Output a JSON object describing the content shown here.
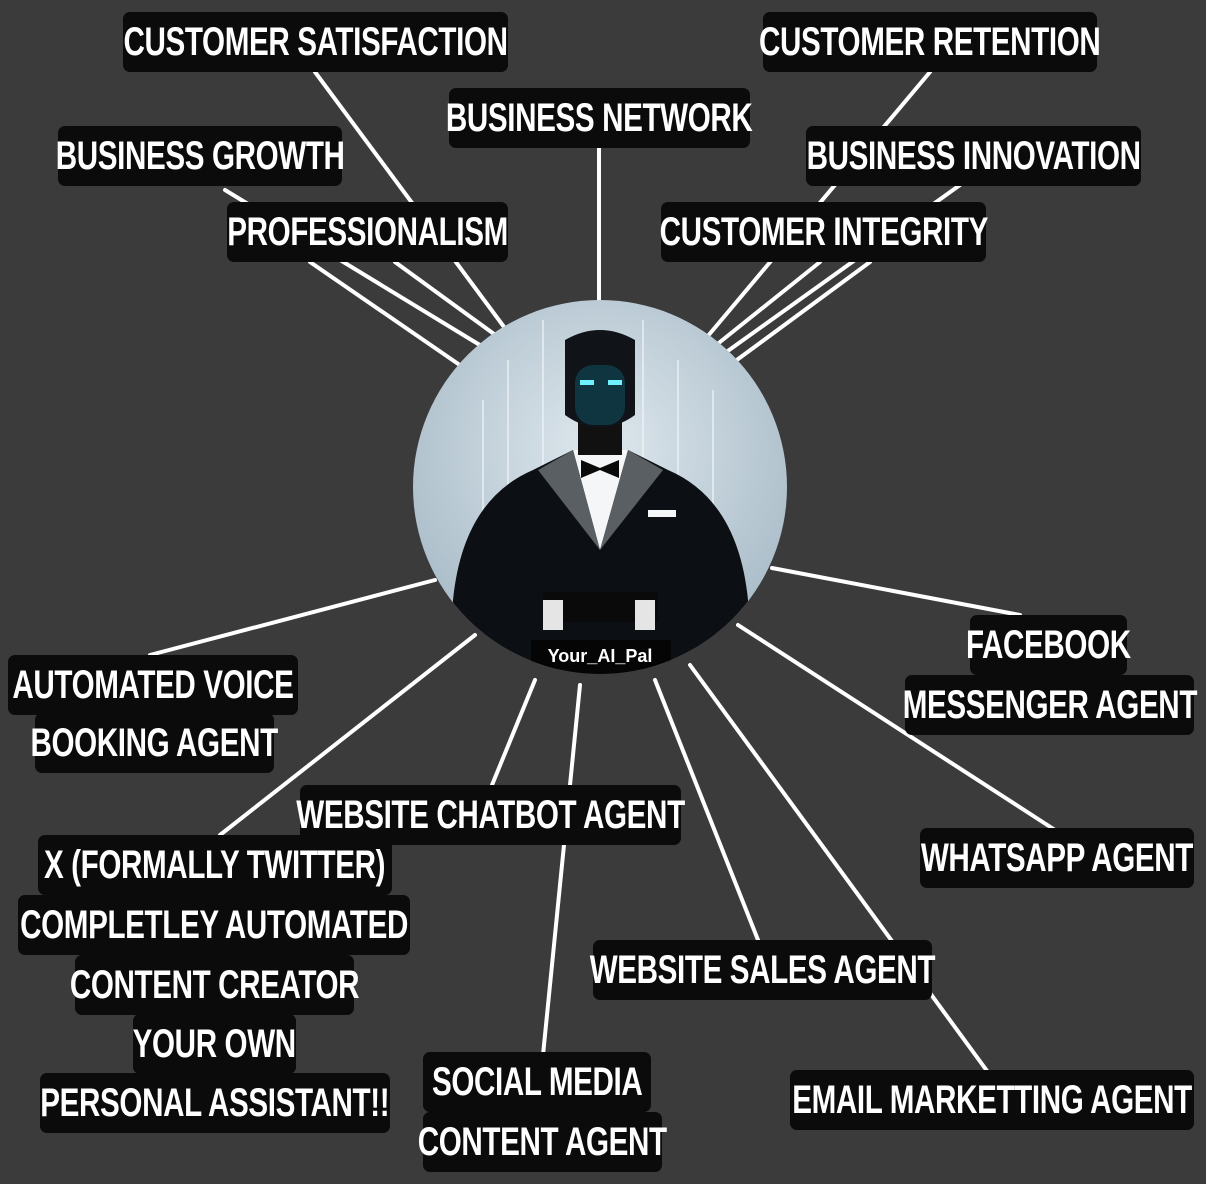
{
  "center": {
    "brand": "Your_AI_Pal"
  },
  "top_nodes": {
    "customer_satisfaction": "CUSTOMER SATISFACTION",
    "customer_retention": "CUSTOMER RETENTION",
    "business_network": "BUSINESS NETWORK",
    "business_growth": "BUSINESS GROWTH",
    "business_innovation": "BUSINESS INNOVATION",
    "professionalism": "PROFESSIONALISM",
    "customer_integrity": "CUSTOMER INTEGRITY"
  },
  "agent_nodes": {
    "voice": [
      "AUTOMATED VOICE",
      "BOOKING AGENT"
    ],
    "facebook": [
      "FACEBOOK",
      "MESSENGER AGENT"
    ],
    "chatbot": "WEBSITE CHATBOT AGENT",
    "twitter": [
      "X (FORMALLY TWITTER)",
      "COMPLETLEY AUTOMATED",
      "CONTENT CREATOR",
      "YOUR OWN",
      "PERSONAL ASSISTANT!!"
    ],
    "whatsapp": "WHATSAPP AGENT",
    "sales": "WEBSITE SALES AGENT",
    "social": [
      "SOCIAL MEDIA",
      "CONTENT AGENT"
    ],
    "email": "EMAIL MARKETTING AGENT"
  },
  "colors": {
    "background": "#3b3b3c",
    "label_bg": "#0b0b0b",
    "text": "#ffffff",
    "hub": "#b9c9d3"
  }
}
